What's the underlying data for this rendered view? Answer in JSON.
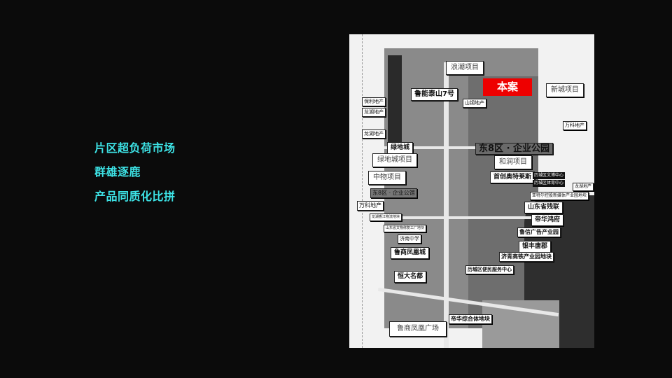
{
  "points": [
    "片区超负荷市场",
    "群雄逐鹿",
    "产品同质化比拼"
  ],
  "map": {
    "labels": [
      "浪潮项目",
      "本案",
      "新城项目",
      "鲁能泰山7号",
      "保利地产",
      "龙湖地产",
      "山钢地产",
      "万科地产",
      "龙湖地产",
      "绿地城",
      "东8区 · 企业公园",
      "绿地城项目",
      "和润项目",
      "中物项目",
      "首创奥特莱斯",
      "历城区文博中心",
      "历城区体育中心",
      "龙湖地产",
      "东8区 · 企业公馆",
      "亚特尔控股新媒体产业园地块",
      "万科地产",
      "山东省残联",
      "龙湖香江物流地块",
      "帝华鸿府",
      "山东省文物修复工厂地块",
      "鲁信广告产业园",
      "济南中学",
      "银丰唐郡",
      "鲁商凤凰城",
      "济青高铁产业园地块",
      "历城区便民服务中心",
      "恒大名都",
      "帝华综合体地块",
      "鲁商凤凰广场"
    ],
    "highlight_color": "#ee0000"
  }
}
